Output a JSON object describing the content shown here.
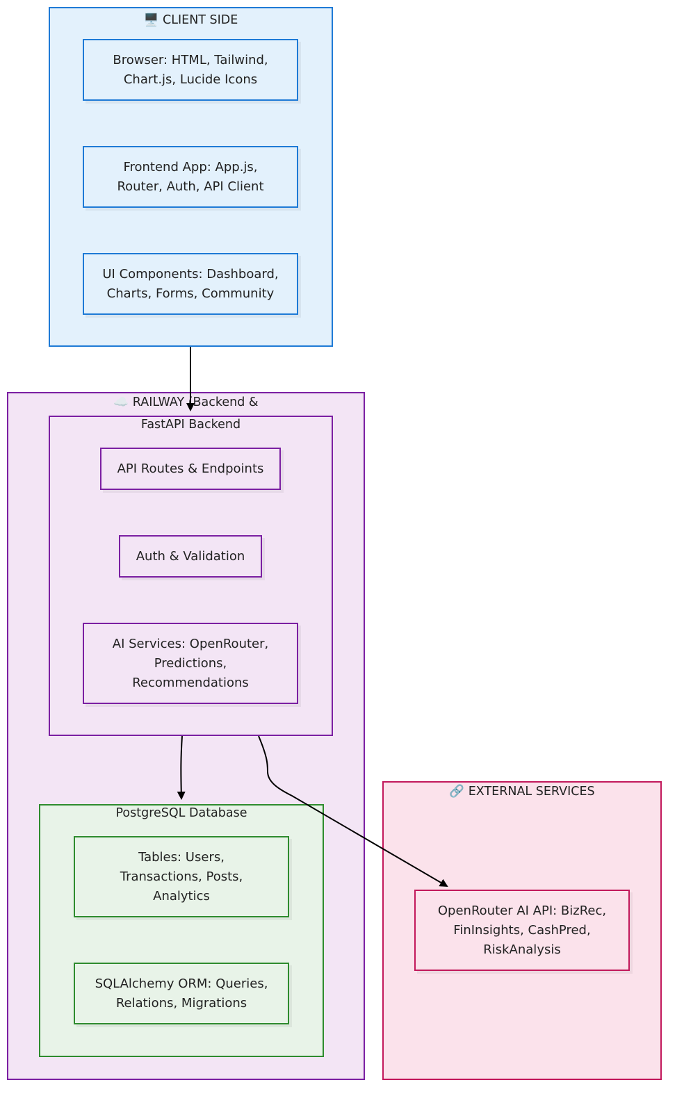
{
  "groups": {
    "client": {
      "title": "🖥️ CLIENT SIDE"
    },
    "railway": {
      "title": "☁️ RAILWAY (Backend &"
    },
    "fastapi": {
      "title": "FastAPI Backend"
    },
    "database": {
      "title": "PostgreSQL Database"
    },
    "external": {
      "title": "🔗 EXTERNAL SERVICES"
    }
  },
  "nodes": {
    "browser": [
      "Browser: HTML, Tailwind,",
      "Chart.js, Lucide Icons"
    ],
    "frontend_app": [
      "Frontend App: App.js,",
      "Router, Auth, API Client"
    ],
    "ui_components": [
      "UI Components: Dashboard,",
      "Charts, Forms, Community"
    ],
    "api_routes": [
      "API Routes & Endpoints"
    ],
    "auth_validation": [
      "Auth & Validation"
    ],
    "ai_services": [
      "AI Services: OpenRouter,",
      "Predictions,",
      "Recommendations"
    ],
    "tables": [
      "Tables: Users,",
      "Transactions, Posts,",
      "Analytics"
    ],
    "sqlalchemy": [
      "SQLAlchemy ORM: Queries,",
      "Relations, Migrations"
    ],
    "openrouter_api": [
      "OpenRouter AI API: BizRec,",
      "FinInsights, CashPred,",
      "RiskAnalysis"
    ]
  },
  "edges": [
    {
      "from": "client",
      "to": "fastapi"
    },
    {
      "from": "fastapi",
      "to": "database"
    },
    {
      "from": "fastapi",
      "to": "openrouter_api"
    }
  ]
}
